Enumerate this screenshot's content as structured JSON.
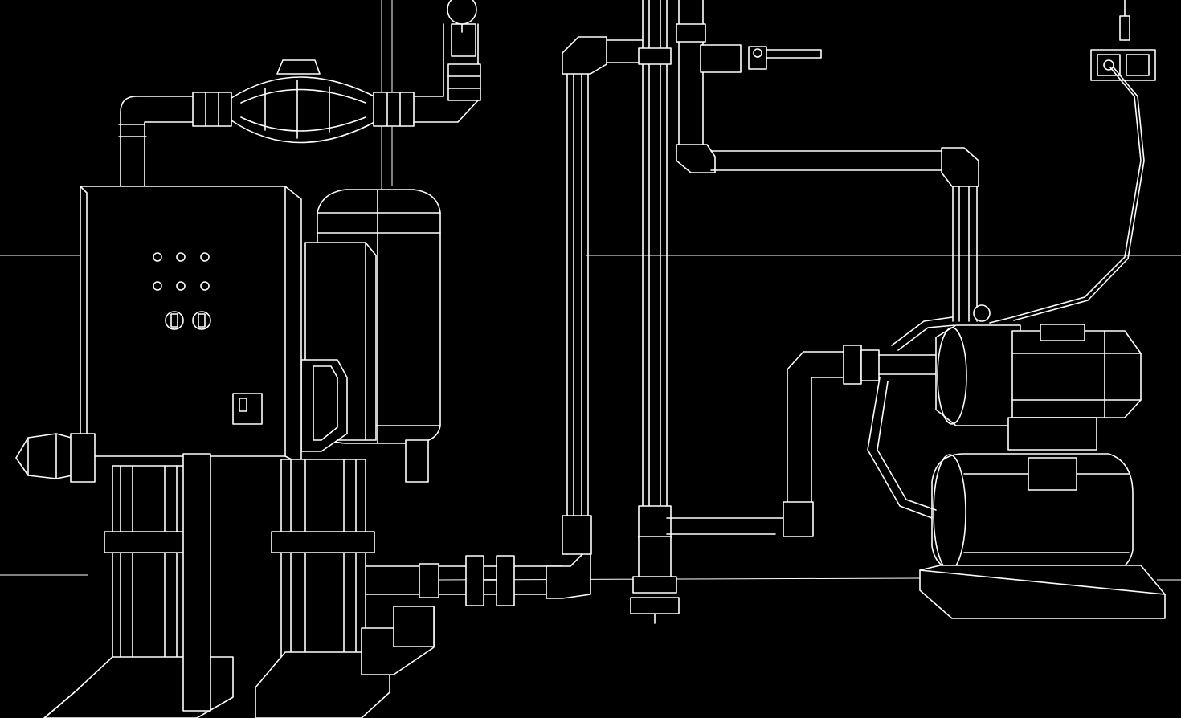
{
  "scene": {
    "style": "white wireframe line drawing on black background",
    "colors": {
      "background": "#000000",
      "line": "#ffffff"
    }
  },
  "components": [
    {
      "id": "control-cabinet",
      "icon": "electrical-control-cabinet",
      "indicator_lights": 6,
      "rotary_switches": 2
    },
    {
      "id": "booster-pump-left",
      "icon": "vertical-multistage-pump"
    },
    {
      "id": "booster-pump-right",
      "icon": "vertical-multistage-pump"
    },
    {
      "id": "pressure-tank",
      "icon": "vertical-pressure-vessel"
    },
    {
      "id": "flow-meter",
      "icon": "inline-flow-meter"
    },
    {
      "id": "pressure-gauge",
      "icon": "gauge"
    },
    {
      "id": "shutoff-valve",
      "icon": "ball-valve-with-handle"
    },
    {
      "id": "jet-pump-unit",
      "icon": "horizontal-jet-pump-with-tank"
    },
    {
      "id": "power-socket",
      "icon": "double-wall-outlet"
    }
  ]
}
